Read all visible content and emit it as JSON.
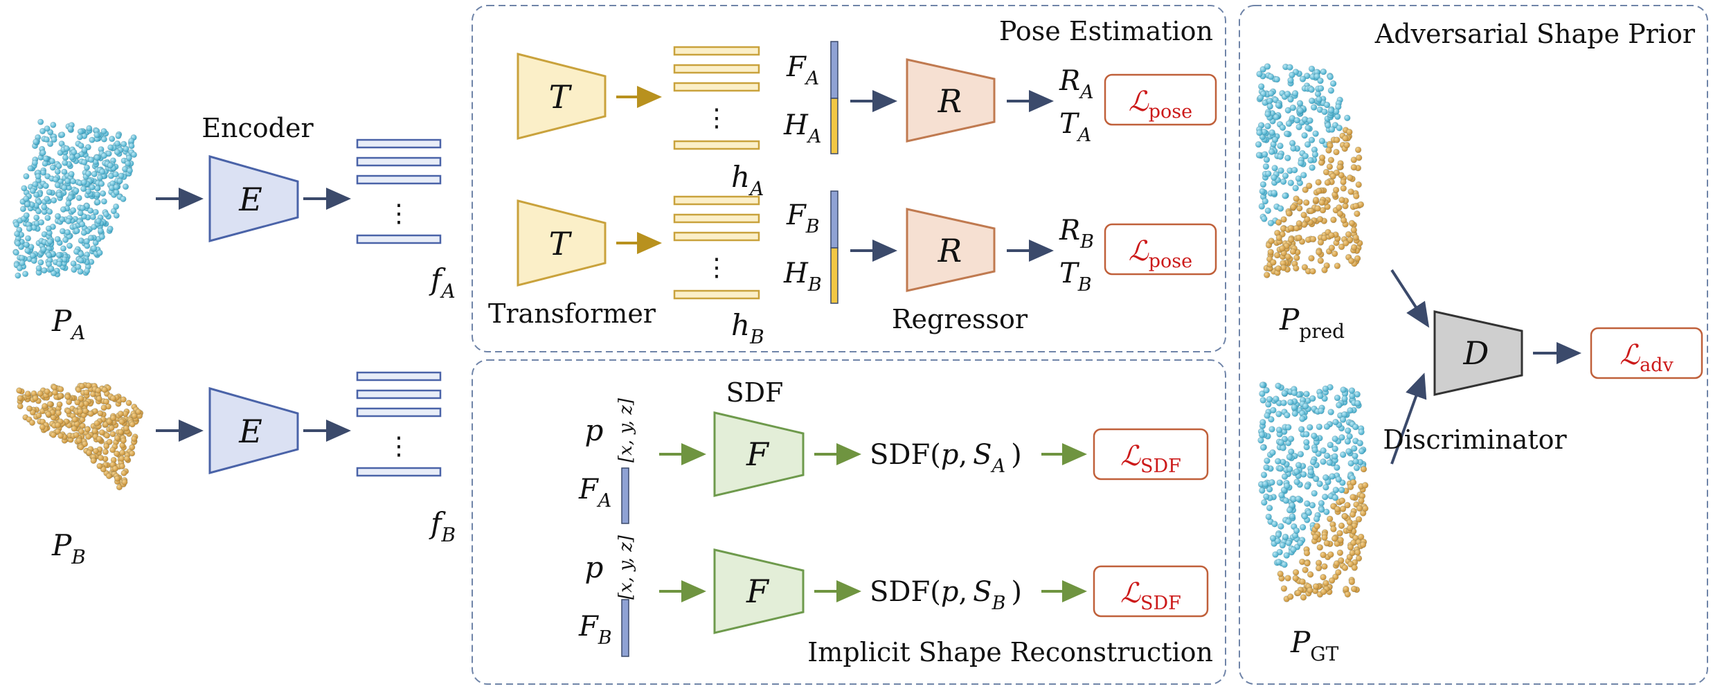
{
  "panels": {
    "pose": "Pose Estimation",
    "implicit": "Implicit Shape Reconstruction",
    "adversarial": "Adversarial Shape Prior"
  },
  "labels": {
    "encoder": "Encoder",
    "transformer": "Transformer",
    "regressor": "Regressor",
    "sdf": "SDF",
    "discriminator": "Discriminator"
  },
  "blocks": {
    "encoder": "E",
    "transformer": "T",
    "regressor": "R",
    "sdf_net": "F",
    "discriminator": "D"
  },
  "symbols": {
    "P": "P",
    "f": "f",
    "h": "h",
    "F": "F",
    "H": "H",
    "R": "R",
    "T": "T",
    "p": "p",
    "S": "S",
    "A": "A",
    "B": "B",
    "pred": "pred",
    "GT": "GT",
    "xyz": "[x, y, z]",
    "vdots": "⋮",
    "sdf_func": "SDF(",
    "comma": ",",
    "close": ")"
  },
  "losses": {
    "script_L": "ℒ",
    "pose": "pose",
    "sdf": "SDF",
    "adv": "adv"
  },
  "colors": {
    "cyan_points": "#4fb8d4",
    "orange_points": "#d9a24a",
    "encoder_fill": "#dbe1f3",
    "encoder_stroke": "#4a63a8",
    "transformer_fill": "#fbefc8",
    "transformer_stroke": "#c9a23c",
    "regressor_fill": "#f6e0d2",
    "regressor_stroke": "#c07a50",
    "sdf_fill": "#e3eed8",
    "sdf_stroke": "#6e9a4c",
    "disc_fill": "#cfcfcf",
    "disc_stroke": "#333333",
    "loss_red": "#cc1a1a",
    "dashed_border": "#6f84a8"
  }
}
